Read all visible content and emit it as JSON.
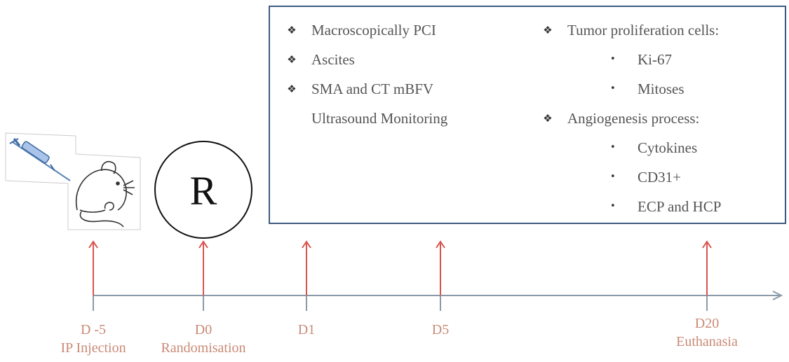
{
  "box": {
    "left_items": [
      {
        "text": "Macroscopically PCI",
        "marker": "diamond"
      },
      {
        "text": "Ascites",
        "marker": "diamond"
      },
      {
        "text": "SMA and CT mBFV",
        "marker": "diamond"
      },
      {
        "text": "Ultrasound Monitoring",
        "marker": "none"
      }
    ],
    "right_groups": [
      {
        "heading": "Tumor proliferation cells:",
        "items": [
          "Ki-67",
          "Mitoses"
        ]
      },
      {
        "heading": "Angiogenesis process:",
        "items": [
          "Cytokines",
          "CD31+",
          "ECP and HCP"
        ]
      }
    ]
  },
  "randomisation_symbol": "R",
  "timeline": [
    {
      "day": "D -5",
      "event": "IP Injection"
    },
    {
      "day": "D0",
      "event": "Randomisation"
    },
    {
      "day": "D1",
      "event": ""
    },
    {
      "day": "D5",
      "event": ""
    },
    {
      "day": "D20",
      "event": "Euthanasia"
    }
  ],
  "colors": {
    "arrow": "#d9534f",
    "axis": "#8a9aa8",
    "label": "#c98a76",
    "box_border": "#3d5a7e"
  },
  "icons": [
    "syringe-icon",
    "mouse-icon"
  ]
}
